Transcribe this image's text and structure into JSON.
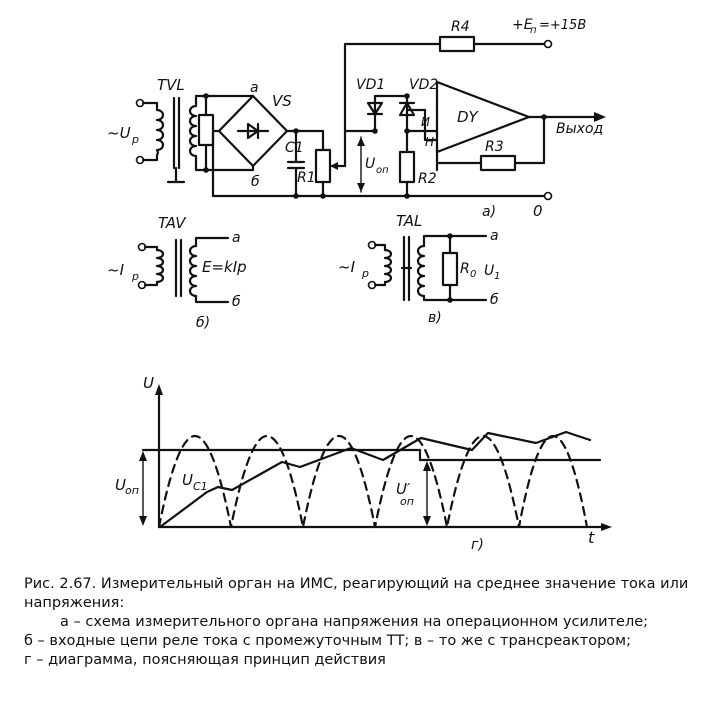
{
  "labels": {
    "tvl": "TVL",
    "vs": "VS",
    "node_a": "a",
    "node_b": "б",
    "up": "~U",
    "up_sub": "р",
    "c1": "C1",
    "r1": "R1",
    "vd1": "VD1",
    "vd2": "VD2",
    "r4": "R4",
    "supply": "+E",
    "supply_sub": "п",
    "supply_val": "=+15В",
    "dy": "DY",
    "inv": "И",
    "noninv": "Н",
    "output": "Выход",
    "r3": "R3",
    "r2": "R2",
    "uop": "U",
    "uop_sub": "оп",
    "zero": "0",
    "part_a": "а)",
    "tav": "TAV",
    "ip": "~I",
    "ip_sub": "р",
    "emf": "E=kIр",
    "part_b": "б)",
    "tal": "TAL",
    "r0": "R",
    "r0_sub": "0",
    "u1": "U",
    "u1_sub": "1",
    "part_v": "в)",
    "axis_u": "U",
    "axis_t": "t",
    "uc1": "U",
    "uc1_sub": "C1",
    "uop_prime": "U′",
    "part_g": "г)"
  },
  "caption": {
    "line1": "Рис. 2.67. Измерительный орган на ИМС, реагирующий на среднее значение тока или напряжения:",
    "line2": "а – схема измерительного органа напряжения на операционном усилителе;",
    "line3": "б – входные цепи реле тока с промежуточным ТТ; в – то же с трансреактором;",
    "line4": "г – диаграмма, поясняющая принцип действия"
  }
}
